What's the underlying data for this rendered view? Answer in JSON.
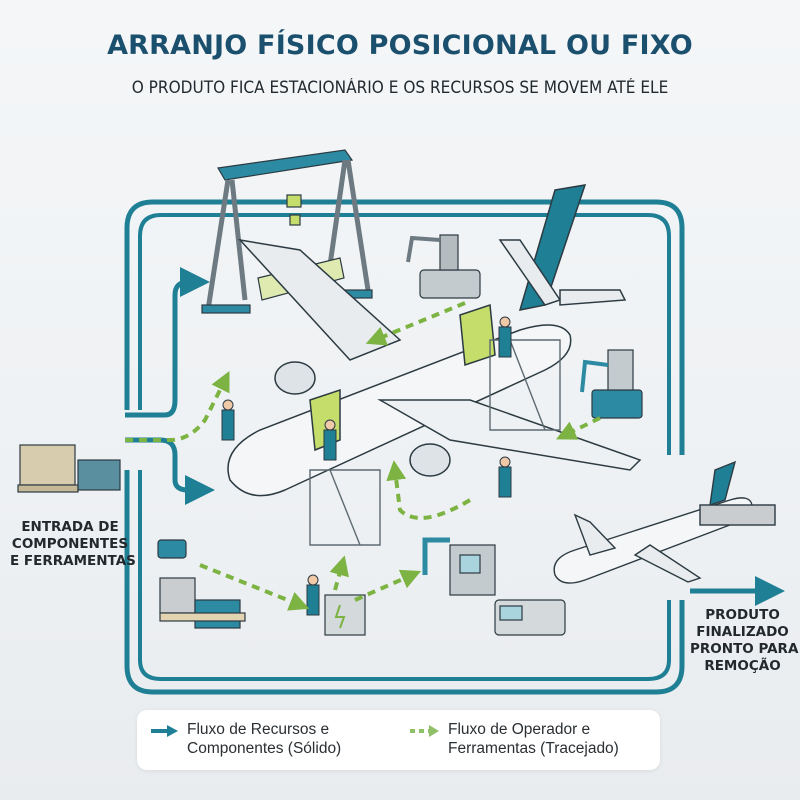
{
  "header": {
    "title": "ARRANJO FÍSICO POSICIONAL OU FIXO",
    "subtitle": "O PRODUTO FICA ESTACIONÁRIO E OS RECURSOS SE MOVEM ATÉ ELE"
  },
  "entry_label": {
    "lines": [
      "ENTRADA DE",
      "COMPONENTES",
      "E FERRAMENTAS"
    ]
  },
  "exit_label": {
    "lines": [
      "PRODUTO",
      "FINALIZADO",
      "PRONTO PARA",
      "REMOÇÃO"
    ]
  },
  "legend": {
    "solid": {
      "icon": "solid-teal-arrow",
      "line1": "Fluxo de Recursos e",
      "line2": "Componentes (Sólido)"
    },
    "dashed": {
      "icon": "dashed-green-arrow",
      "line1": "Fluxo de Operador e",
      "line2": "Ferramentas (Tracejado)"
    }
  },
  "scene": {
    "elements": [
      "gantry-crane-with-wing-section",
      "aircraft-under-assembly",
      "welding-robot",
      "robotic-arm-cart",
      "workers",
      "stair-platforms",
      "tool-cart",
      "cnc-machine",
      "parts-pallets",
      "toolbox",
      "finished-aircraft",
      "tow-tug"
    ]
  },
  "colors": {
    "title": "#1b4f6e",
    "teal_flow": "#1f7f95",
    "green_flow": "#7cb342",
    "accent_lime": "#c5dd6a",
    "background": "#f1f3f5"
  }
}
